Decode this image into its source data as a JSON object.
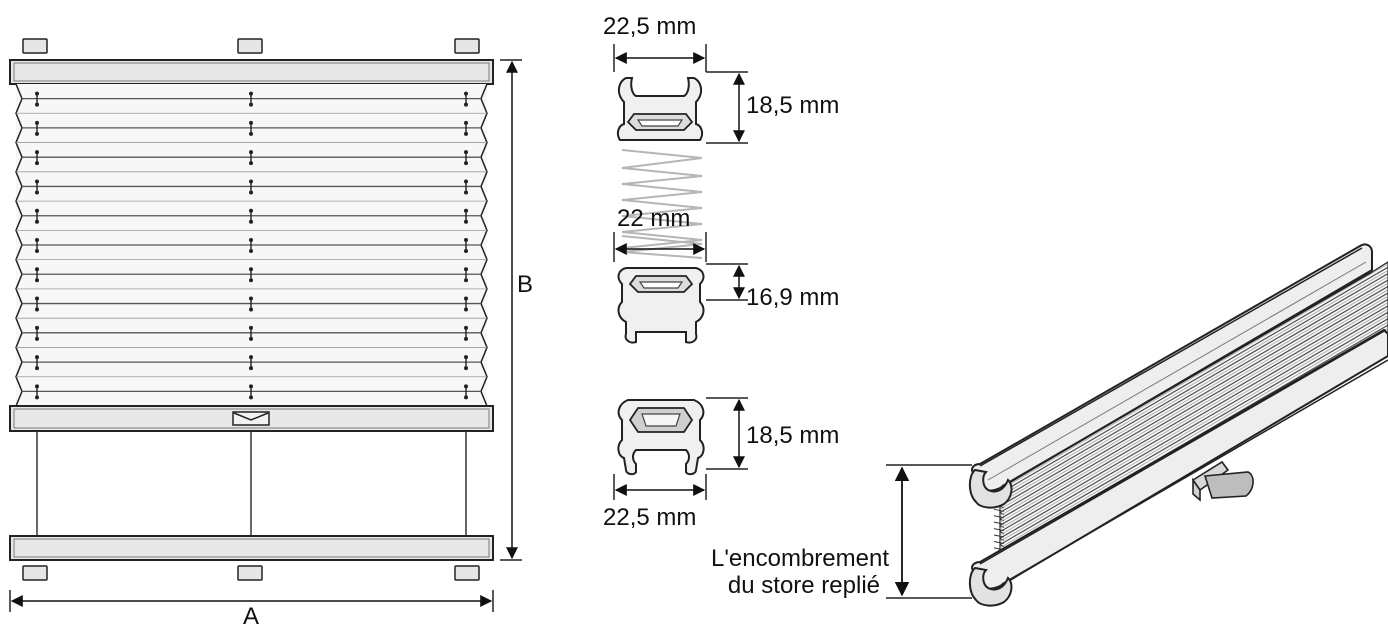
{
  "diagram": {
    "labels": {
      "width_dim": "A",
      "height_dim": "B"
    },
    "profiles": [
      {
        "id": "top",
        "width": "22,5 mm",
        "height": "18,5 mm"
      },
      {
        "id": "middle",
        "width": "22 mm",
        "height": "16,9 mm"
      },
      {
        "id": "bottom",
        "width": "22,5 mm",
        "height": "18,5 mm"
      }
    ],
    "folded_note": {
      "line1": "L'encombrement",
      "line2": "du store replié"
    },
    "colors": {
      "line": "#222222",
      "fabric": "#f4f4f4",
      "rail": "#e8e8e8",
      "spring": "#b5b5b5"
    }
  }
}
